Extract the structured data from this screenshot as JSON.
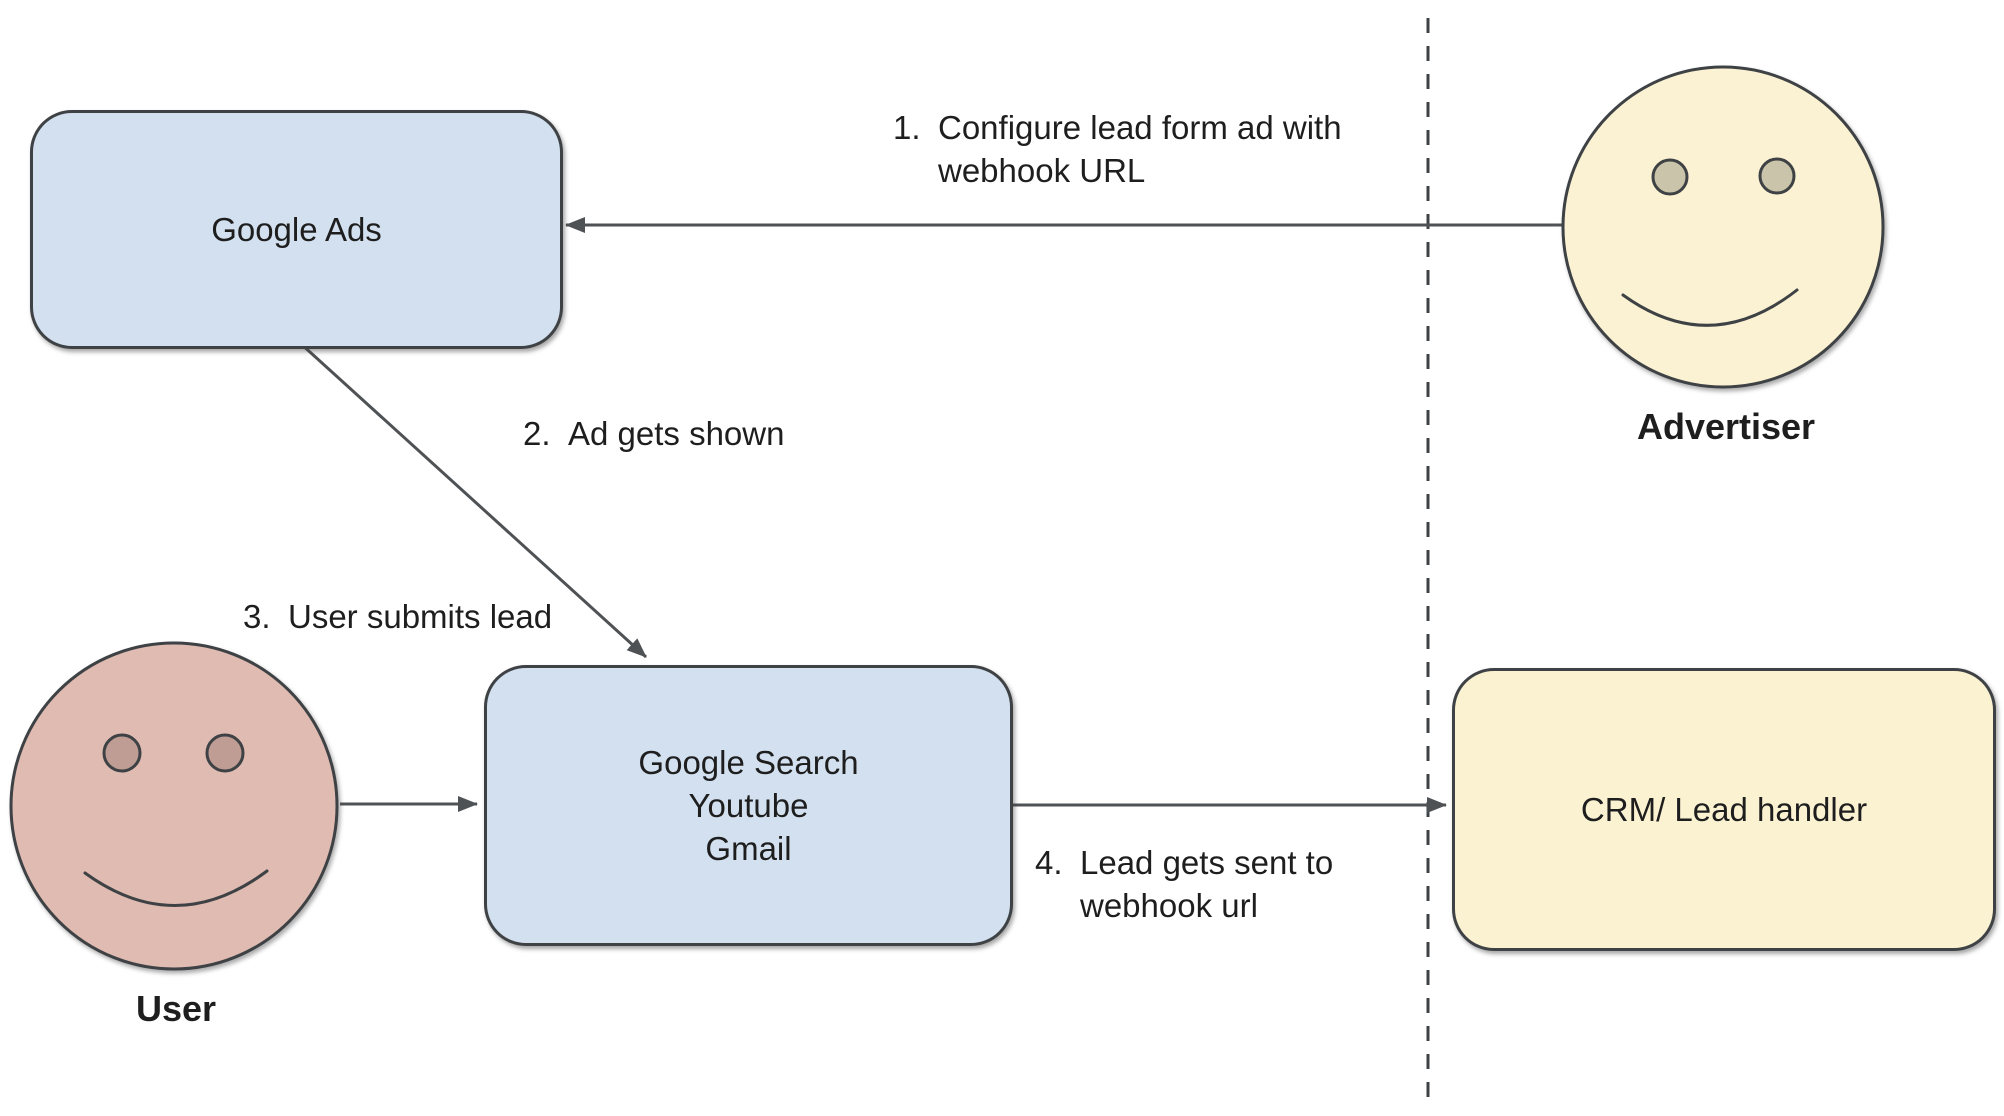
{
  "colors": {
    "box_blue": "#d2e0ef",
    "box_yellow": "#fbf2d2",
    "face_yellow": "#fbf2d3",
    "user_face": "#dfbbb2",
    "user_eye": "#bf9d95",
    "advertiser_eye": "#cac5aa",
    "stroke": "#3f4245",
    "line": "#4f5255",
    "text": "#1e1e1e"
  },
  "nodes": {
    "google_ads": {
      "label": "Google Ads"
    },
    "platforms": {
      "lines": [
        "Google Search",
        "Youtube",
        "Gmail"
      ]
    },
    "crm": {
      "label": "CRM/ Lead handler"
    },
    "advertiser": {
      "label": "Advertiser"
    },
    "user": {
      "label": "User"
    }
  },
  "steps": [
    {
      "num": "1.",
      "lines": [
        "Configure lead form ad with",
        "webhook URL"
      ]
    },
    {
      "num": "2.",
      "lines": [
        "Ad gets shown"
      ]
    },
    {
      "num": "3.",
      "lines": [
        "User submits lead"
      ]
    },
    {
      "num": "4.",
      "lines": [
        "Lead gets sent to",
        "webhook url"
      ]
    }
  ]
}
